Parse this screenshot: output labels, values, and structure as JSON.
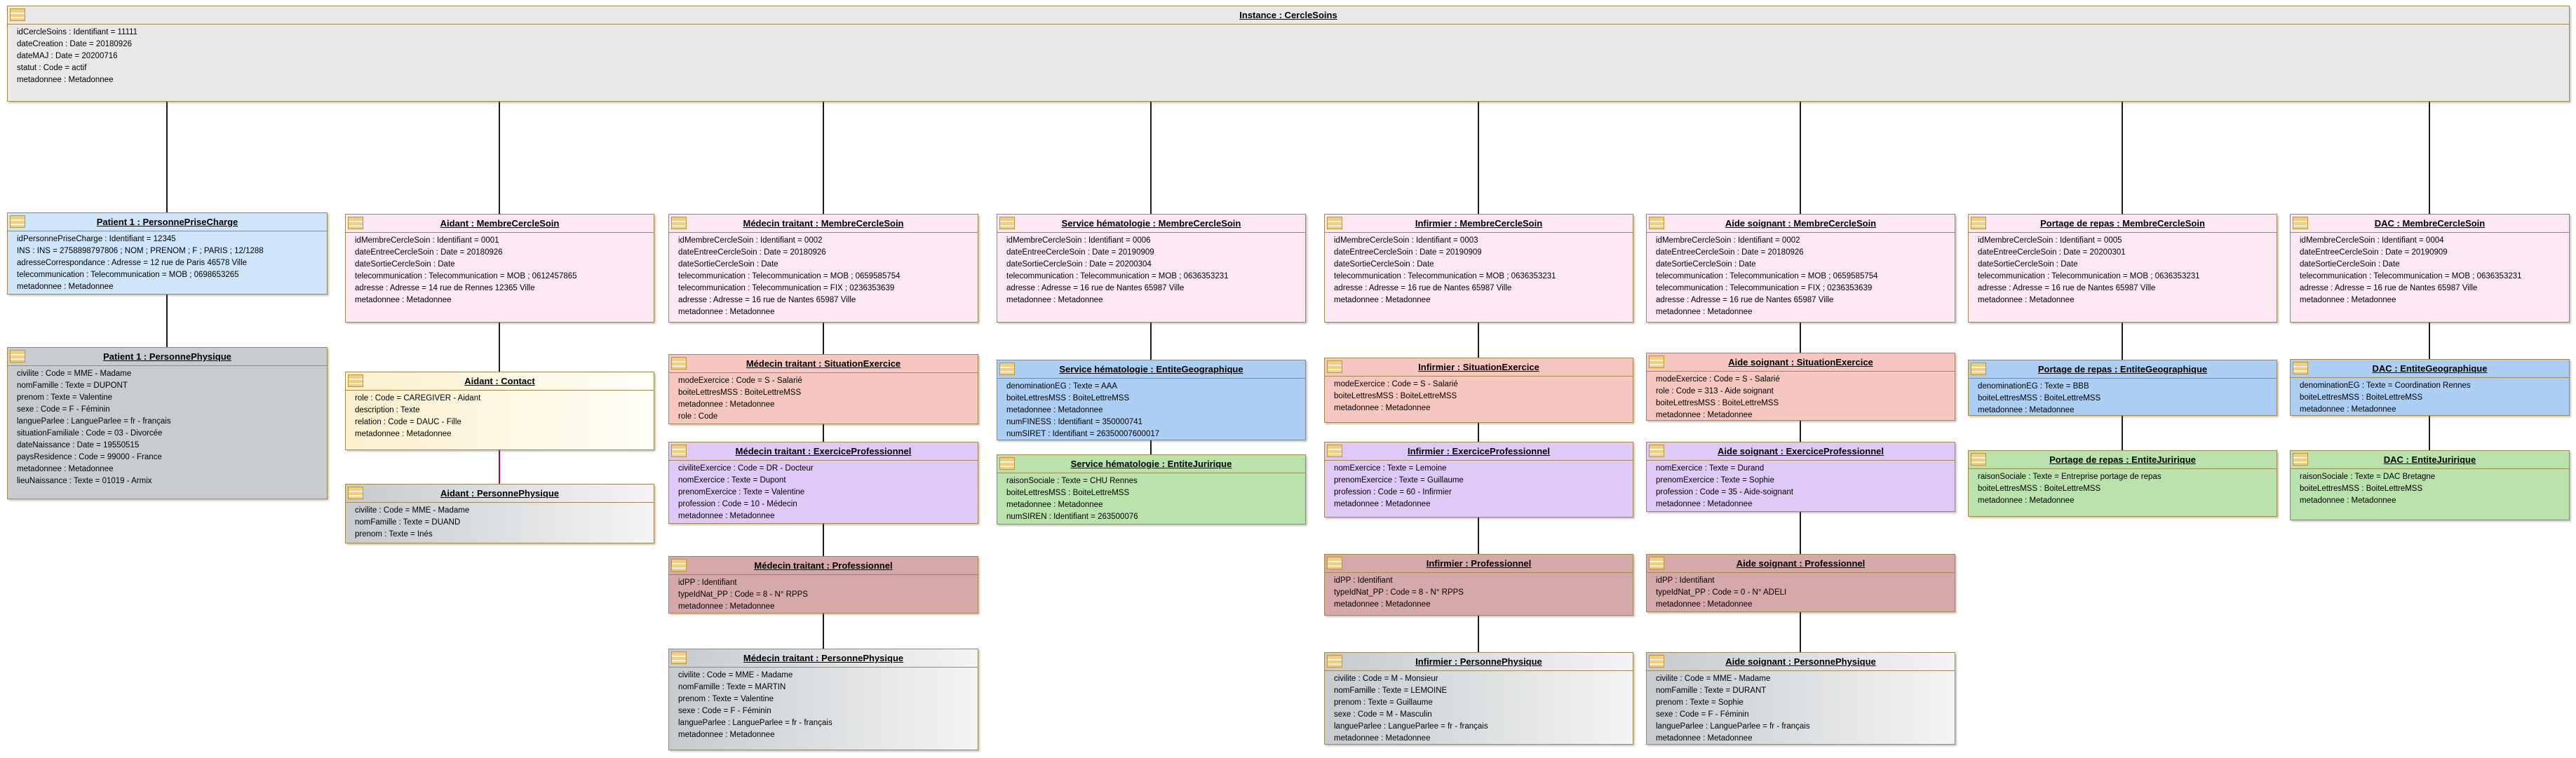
{
  "diagram_title": "Instance : CercleSoins",
  "colors": {
    "box_border": "#a3894f",
    "connector": "#1b1b1b",
    "connector_purple": "#990099",
    "fill_root_gray": "#e9e9e9",
    "fill_membre_pink": "#fce8f2",
    "fill_prisecharge_blue": "#cfe5f9",
    "fill_entite_geo_blue": "#abcef2",
    "fill_entite_jur_green": "#bae2ac",
    "fill_situation_salmon": "#f6c7c0",
    "fill_exercice_lavender": "#dfcaf7",
    "fill_professionnel_mauve": "#d5a9a9",
    "fill_contact_cream": "#fcf0cd",
    "fill_personne_gray": "#c7cbce"
  },
  "boxes": {
    "root": {
      "title": "Instance : CercleSoins",
      "attrs": [
        "idCercleSoins : Identifiant = 11111",
        "dateCreation : Date = 20180926",
        "dateMAJ : Date = 20200716",
        "statut : Code = actif",
        "metadonnee : Metadonnee"
      ]
    },
    "patient_ppc": {
      "title": "Patient 1 : PersonnePriseCharge",
      "attrs": [
        "idPersonnePriseCharge : Identifiant = 12345",
        "INS : INS = 2758898797806 ; NOM ; PRENOM ; F ; PARIS ; 12/1288",
        "adresseCorrespondance : Adresse = 12 rue de Paris 46578 Ville",
        "telecommunication : Telecommunication = MOB ; 0698653265",
        "metadonnee : Metadonnee"
      ]
    },
    "patient_pp": {
      "title": "Patient 1 : PersonnePhysique",
      "attrs": [
        "civilite : Code = MME - Madame",
        "nomFamille : Texte = DUPONT",
        "prenom : Texte = Valentine",
        "sexe : Code = F - Féminin",
        "langueParlee : LangueParlee = fr - français",
        "situationFamiliale : Code = 03 - Divorcée",
        "dateNaissance : Date = 19550515",
        "paysResidence : Code = 99000 - France",
        "metadonnee : Metadonnee",
        "lieuNaissance : Texte = 01019 - Armix"
      ]
    },
    "aidant_mcs": {
      "title": "Aidant : MembreCercleSoin",
      "attrs": [
        "idMembreCercleSoin : Identifiant = 0001",
        "dateEntreeCercleSoin : Date = 20180926",
        "dateSortieCercleSoin : Date",
        "telecommunication : Telecommunication = MOB ; 0612457865",
        "adresse : Adresse = 14 rue de Rennes 12365 Ville",
        "metadonnee : Metadonnee"
      ]
    },
    "aidant_contact": {
      "title": "Aidant : Contact",
      "attrs": [
        "role : Code = CAREGIVER - Aidant",
        "description : Texte",
        "relation : Code = DAUC - Fille",
        "metadonnee : Metadonnee"
      ]
    },
    "aidant_pp": {
      "title": "Aidant : PersonnePhysique",
      "attrs": [
        "civilite : Code = MME - Madame",
        "nomFamille : Texte = DUAND",
        "prenom : Texte = Inés"
      ]
    },
    "medecin_mcs": {
      "title": "Médecin traitant : MembreCercleSoin",
      "attrs": [
        "idMembreCercleSoin : Identifiant = 0002",
        "dateEntreeCercleSoin : Date = 20180926",
        "dateSortieCercleSoin : Date",
        "telecommunication : Telecommunication = MOB ; 0659585754",
        "telecommunication : Telecommunication = FIX ; 0236353639",
        "adresse : Adresse = 16 rue de Nantes 65987 Ville",
        "metadonnee : Metadonnee"
      ]
    },
    "medecin_se": {
      "title": "Médecin traitant : SituationExercice",
      "attrs": [
        "modeExercice : Code = S - Salarié",
        "boiteLettresMSS : BoiteLettreMSS",
        "metadonnee : Metadonnee",
        "role : Code"
      ]
    },
    "medecin_ep": {
      "title": "Médecin traitant : ExerciceProfessionnel",
      "attrs": [
        "civiliteExercice : Code = DR - Docteur",
        "nomExercice : Texte = Dupont",
        "prenomExercice : Texte = Valentine",
        "profession : Code = 10 - Médecin",
        "metadonnee : Metadonnee"
      ]
    },
    "medecin_prof": {
      "title": "Médecin traitant : Professionnel",
      "attrs": [
        "idPP : Identifiant",
        "typeIdNat_PP : Code = 8 - N° RPPS",
        "metadonnee : Metadonnee"
      ]
    },
    "medecin_pp": {
      "title": "Médecin traitant : PersonnePhysique",
      "attrs": [
        "civilite : Code = MME - Madame",
        "nomFamille : Texte = MARTIN",
        "prenom : Texte = Valentine",
        "sexe : Code = F - Féminin",
        "langueParlee : LangueParlee = fr - français",
        "metadonnee : Metadonnee"
      ]
    },
    "hemato_mcs": {
      "title": "Service hématologie : MembreCercleSoin",
      "attrs": [
        "idMembreCercleSoin : Identifiant = 0006",
        "dateEntreeCercleSoin : Date = 20190909",
        "dateSortieCercleSoin : Date = 20200304",
        "telecommunication : Telecommunication = MOB ; 0636353231",
        "adresse : Adresse = 16 rue de Nantes 65987 Ville",
        "metadonnee : Metadonnee"
      ]
    },
    "hemato_eg": {
      "title": "Service hématologie : EntiteGeographique",
      "attrs": [
        "denominationEG : Texte = AAA",
        "boiteLettresMSS : BoiteLettreMSS",
        "metadonnee : Metadonnee",
        "numFINESS : Identifiant = 350000741",
        "numSIRET : Identifiant = 26350007600017"
      ]
    },
    "hemato_ej": {
      "title": "Service hématologie : EntiteJuririque",
      "attrs": [
        "raisonSociale : Texte = CHU Rennes",
        "boiteLettresMSS : BoiteLettreMSS",
        "metadonnee : Metadonnee",
        "numSIREN : Identifiant = 263500076"
      ]
    },
    "infirmier_mcs": {
      "title": "Infirmier : MembreCercleSoin",
      "attrs": [
        "idMembreCercleSoin : Identifiant = 0003",
        "dateEntreeCercleSoin : Date = 20190909",
        "dateSortieCercleSoin : Date",
        "telecommunication : Telecommunication = MOB ; 0636353231",
        "adresse : Adresse = 16 rue de Nantes 65987 Ville",
        "metadonnee : Metadonnee"
      ]
    },
    "infirmier_se": {
      "title": "Infirmier : SituationExercice",
      "attrs": [
        "modeExercice : Code = S - Salarié",
        "boiteLettresMSS : BoiteLettreMSS",
        "metadonnee : Metadonnee"
      ]
    },
    "infirmier_ep": {
      "title": "Infirmier : ExerciceProfessionnel",
      "attrs": [
        "nomExercice : Texte = Lemoine",
        "prenomExercice : Texte = Guillaume",
        "profession : Code = 60 - Infirmier",
        "metadonnee : Metadonnee"
      ]
    },
    "infirmier_prof": {
      "title": "Infirmier : Professionnel",
      "attrs": [
        "idPP : Identifiant",
        "typeIdNat_PP : Code = 8 - N° RPPS",
        "metadonnee : Metadonnee"
      ]
    },
    "infirmier_pp": {
      "title": "Infirmier : PersonnePhysique",
      "attrs": [
        "civilite : Code = M - Monsieur",
        "nomFamille : Texte = LEMOINE",
        "prenom : Texte = Guillaume",
        "sexe : Code = M - Masculin",
        "langueParlee : LangueParlee = fr - français",
        "metadonnee : Metadonnee"
      ]
    },
    "aide_mcs": {
      "title": "Aide soignant : MembreCercleSoin",
      "attrs": [
        "idMembreCercleSoin : Identifiant = 0002",
        "dateEntreeCercleSoin : Date = 20180926",
        "dateSortieCercleSoin : Date",
        "telecommunication : Telecommunication = MOB ; 0659585754",
        "telecommunication : Telecommunication = FIX ; 0236353639",
        "adresse : Adresse = 16 rue de Nantes 65987 Ville",
        "metadonnee : Metadonnee"
      ]
    },
    "aide_se": {
      "title": "Aide soignant : SituationExercice",
      "attrs": [
        "modeExercice : Code = S - Salarié",
        "role : Code = 313 - Aide soignant",
        "boiteLettresMSS : BoiteLettreMSS",
        "metadonnee : Metadonnee"
      ]
    },
    "aide_ep": {
      "title": "Aide soignant : ExerciceProfessionnel",
      "attrs": [
        "nomExercice : Texte = Durand",
        "prenomExercice : Texte = Sophie",
        "profession : Code = 35 - Aide-soignant",
        "metadonnee : Metadonnee"
      ]
    },
    "aide_prof": {
      "title": "Aide soignant : Professionnel",
      "attrs": [
        "idPP : Identifiant",
        "typeIdNat_PP : Code = 0 - N° ADELI",
        "metadonnee : Metadonnee"
      ]
    },
    "aide_pp": {
      "title": "Aide soignant : PersonnePhysique",
      "attrs": [
        "civilite : Code = MME - Madame",
        "nomFamille : Texte = DURANT",
        "prenom : Texte = Sophie",
        "sexe : Code = F - Féminin",
        "langueParlee : LangueParlee = fr - français",
        "metadonnee : Metadonnee"
      ]
    },
    "portage_mcs": {
      "title": "Portage de repas : MembreCercleSoin",
      "attrs": [
        "idMembreCercleSoin : Identifiant = 0005",
        "dateEntreeCercleSoin : Date = 20200301",
        "dateSortieCercleSoin : Date",
        "telecommunication : Telecommunication = MOB ; 0636353231",
        "adresse : Adresse = 16 rue de Nantes 65987 Ville",
        "metadonnee : Metadonnee"
      ]
    },
    "portage_eg": {
      "title": "Portage de repas : EntiteGeographique",
      "attrs": [
        "denominationEG : Texte = BBB",
        "boiteLettresMSS : BoiteLettreMSS",
        "metadonnee : Metadonnee"
      ]
    },
    "portage_ej": {
      "title": "Portage de repas : EntiteJuririque",
      "attrs": [
        "raisonSociale : Texte = Entreprise portage de repas",
        "boiteLettresMSS : BoiteLettreMSS",
        "metadonnee : Metadonnee"
      ]
    },
    "dac_mcs": {
      "title": "DAC : MembreCercleSoin",
      "attrs": [
        "idMembreCercleSoin : Identifiant = 0004",
        "dateEntreeCercleSoin : Date = 20190909",
        "dateSortieCercleSoin : Date",
        "telecommunication : Telecommunication = MOB ; 0636353231",
        "adresse : Adresse = 16 rue de Nantes 65987 Ville",
        "metadonnee : Metadonnee"
      ]
    },
    "dac_eg": {
      "title": "DAC : EntiteGeographique",
      "attrs": [
        "denominationEG : Texte = Coordination Rennes",
        "boiteLettresMSS : BoiteLettreMSS",
        "metadonnee : Metadonnee"
      ]
    },
    "dac_ej": {
      "title": "DAC : EntiteJuririque",
      "attrs": [
        "raisonSociale : Texte = DAC Bretagne",
        "boiteLettresMSS : BoiteLettreMSS",
        "metadonnee : Metadonnee"
      ]
    }
  }
}
